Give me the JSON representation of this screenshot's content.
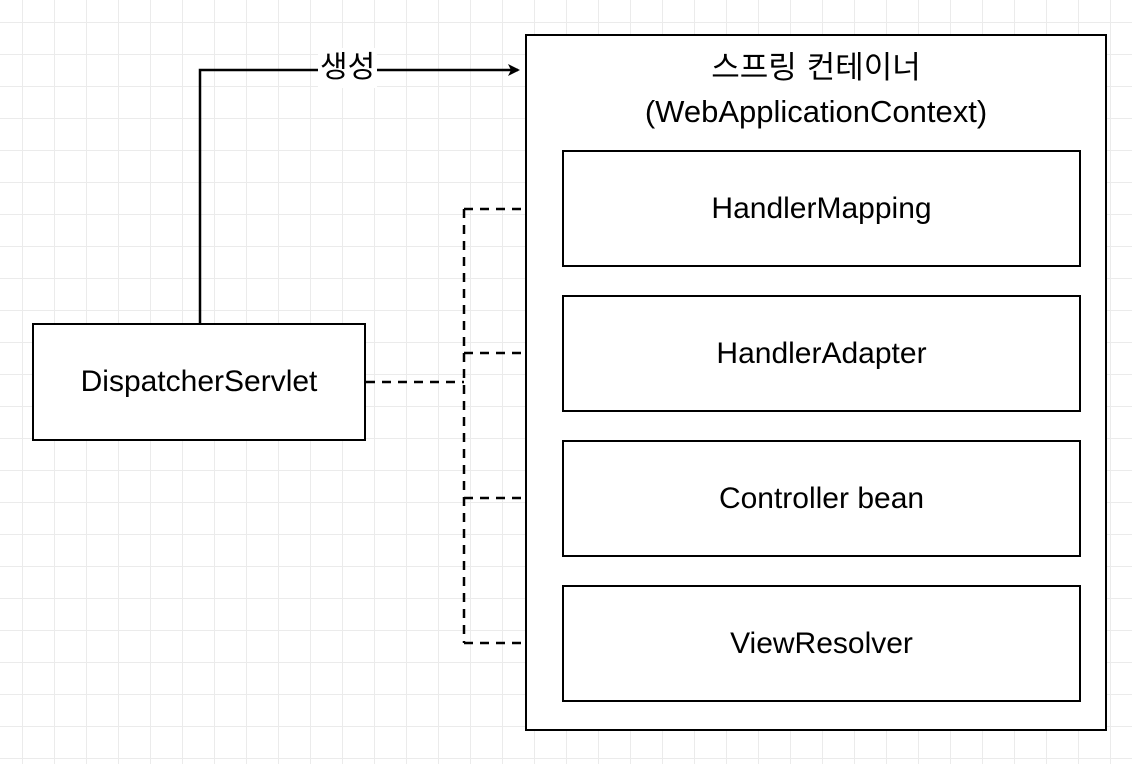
{
  "diagram": {
    "container": {
      "title_line1": "스프링 컨테이너",
      "title_line2": "(WebApplicationContext)"
    },
    "source_node": {
      "label": "DispatcherServlet"
    },
    "beans": [
      {
        "label": "HandlerMapping"
      },
      {
        "label": "HandlerAdapter"
      },
      {
        "label": "Controller bean"
      },
      {
        "label": "ViewResolver"
      }
    ],
    "edges": {
      "create_label": "생성"
    }
  }
}
